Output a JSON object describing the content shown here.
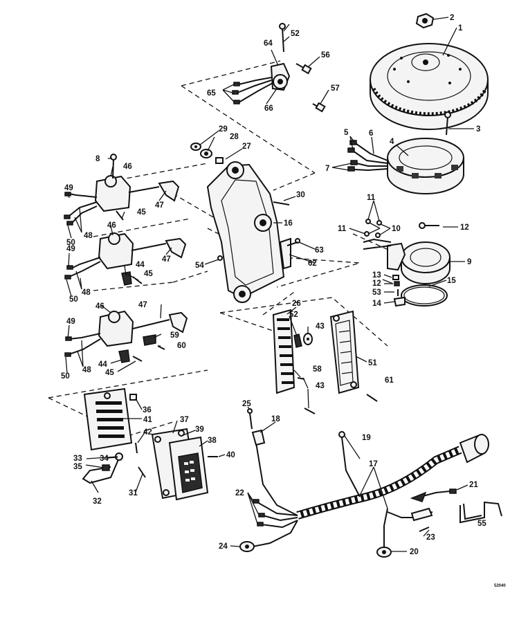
{
  "drawing_code": "52040",
  "callouts": [
    {
      "n": "1",
      "label": "1"
    },
    {
      "n": "2",
      "label": "2"
    },
    {
      "n": "3",
      "label": "3"
    },
    {
      "n": "4",
      "label": "4"
    },
    {
      "n": "5",
      "label": "5"
    },
    {
      "n": "6",
      "label": "6"
    },
    {
      "n": "7",
      "label": "7"
    },
    {
      "n": "8",
      "label": "8"
    },
    {
      "n": "9",
      "label": "9"
    },
    {
      "n": "10",
      "label": "10"
    },
    {
      "n": "11",
      "label": "11"
    },
    {
      "n": "12",
      "label": "12"
    },
    {
      "n": "13",
      "label": "13"
    },
    {
      "n": "14",
      "label": "14"
    },
    {
      "n": "15",
      "label": "15"
    },
    {
      "n": "16",
      "label": "16"
    },
    {
      "n": "17",
      "label": "17"
    },
    {
      "n": "18",
      "label": "18"
    },
    {
      "n": "19",
      "label": "19"
    },
    {
      "n": "20",
      "label": "20"
    },
    {
      "n": "21",
      "label": "21"
    },
    {
      "n": "22",
      "label": "22"
    },
    {
      "n": "23",
      "label": "23"
    },
    {
      "n": "24",
      "label": "24"
    },
    {
      "n": "25",
      "label": "25"
    },
    {
      "n": "26",
      "label": "26"
    },
    {
      "n": "27",
      "label": "27"
    },
    {
      "n": "28",
      "label": "28"
    },
    {
      "n": "29",
      "label": "29"
    },
    {
      "n": "30",
      "label": "30"
    },
    {
      "n": "31",
      "label": "31"
    },
    {
      "n": "32",
      "label": "32"
    },
    {
      "n": "33",
      "label": "33"
    },
    {
      "n": "34",
      "label": "34"
    },
    {
      "n": "35",
      "label": "35"
    },
    {
      "n": "36",
      "label": "36"
    },
    {
      "n": "37",
      "label": "37"
    },
    {
      "n": "38",
      "label": "38"
    },
    {
      "n": "39",
      "label": "39"
    },
    {
      "n": "40",
      "label": "40"
    },
    {
      "n": "41",
      "label": "41"
    },
    {
      "n": "42",
      "label": "42"
    },
    {
      "n": "43",
      "label": "43"
    },
    {
      "n": "44",
      "label": "44"
    },
    {
      "n": "45",
      "label": "45"
    },
    {
      "n": "46",
      "label": "46"
    },
    {
      "n": "47",
      "label": "47"
    },
    {
      "n": "48",
      "label": "48"
    },
    {
      "n": "49",
      "label": "49"
    },
    {
      "n": "50",
      "label": "50"
    },
    {
      "n": "51",
      "label": "51"
    },
    {
      "n": "52",
      "label": "52"
    },
    {
      "n": "53",
      "label": "53"
    },
    {
      "n": "54",
      "label": "54"
    },
    {
      "n": "55",
      "label": "55"
    },
    {
      "n": "56",
      "label": "56"
    },
    {
      "n": "57",
      "label": "57"
    },
    {
      "n": "58",
      "label": "58"
    },
    {
      "n": "59",
      "label": "59"
    },
    {
      "n": "60",
      "label": "60"
    },
    {
      "n": "61",
      "label": "61"
    },
    {
      "n": "62",
      "label": "62"
    },
    {
      "n": "63",
      "label": "63"
    },
    {
      "n": "64",
      "label": "64"
    },
    {
      "n": "65",
      "label": "65"
    },
    {
      "n": "66",
      "label": "66"
    }
  ]
}
